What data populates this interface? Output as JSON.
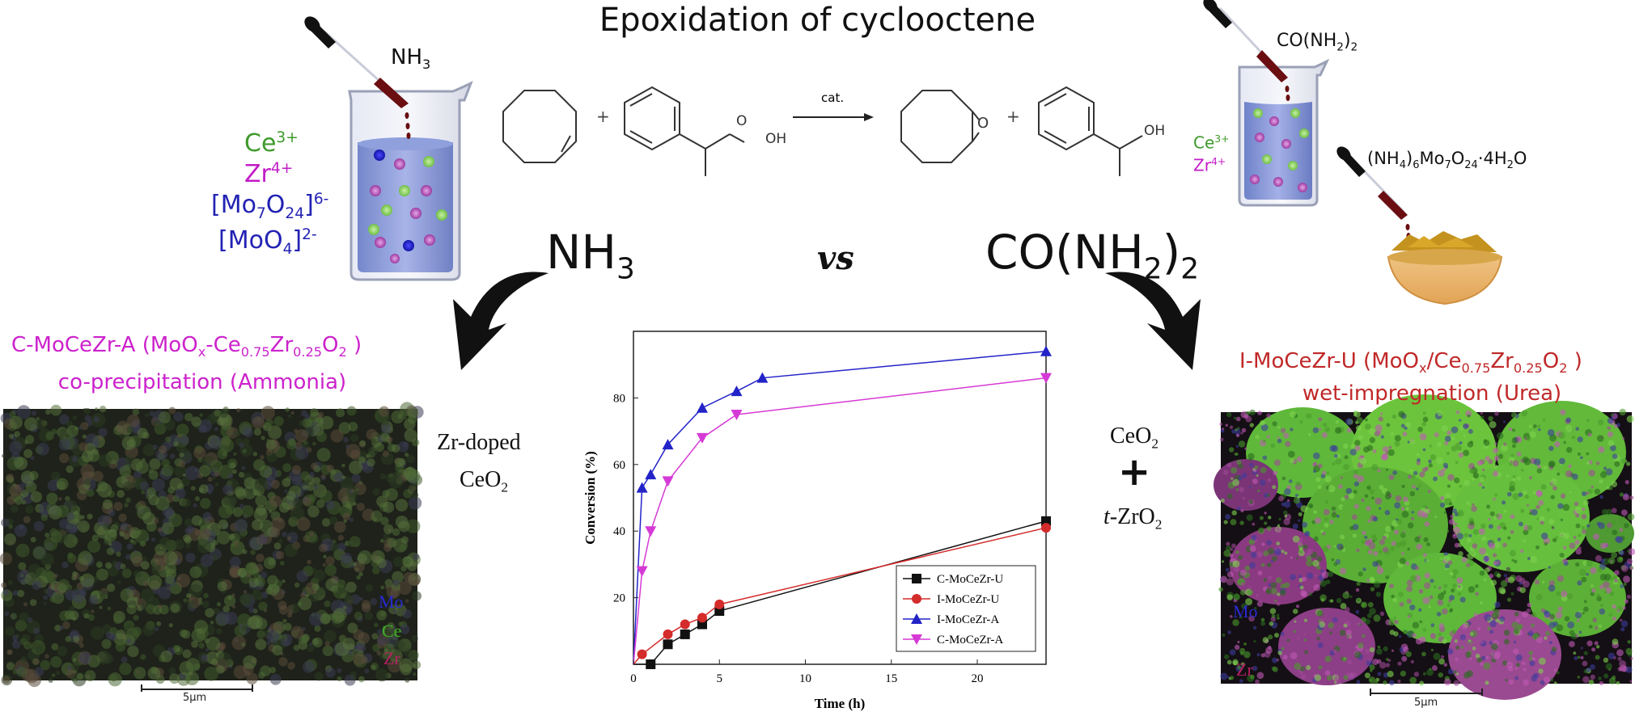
{
  "title": "Epoxidation of cyclooctene",
  "reaction": {
    "catalyst_label": "cat.",
    "hydroperoxide_group": "O-OH",
    "alcohol_group": "OH",
    "epoxide_atom": "O",
    "plus": "+"
  },
  "left_beaker": {
    "reagent": "NH3",
    "ions": {
      "ce": "Ce³⁺",
      "zr": "Zr⁴⁺",
      "mo7": "[Mo₇O₂₄]⁶⁻",
      "mo4": "[MoO₄]²⁻"
    }
  },
  "right_beaker": {
    "reagent": "CO(NH2)2",
    "ce": "Ce³⁺",
    "zr": "Zr⁴⁺",
    "mo_salt": "(NH4)6Mo7O24·4H2O"
  },
  "comparison": {
    "left": "NH3",
    "vs": "vs",
    "right": "CO(NH2)2"
  },
  "left_material": {
    "name": "C-MoCeZr-A (MoOx-Ce0.75Zr0.25O2 )",
    "method": "co-precipitation (Ammonia)",
    "phase_line1": "Zr-doped",
    "phase_line2": "CeO2"
  },
  "right_material": {
    "name": "I-MoCeZr-U (MoOx/Ce0.75Zr0.25O2 )",
    "method": "wet-impregnation (Urea)",
    "phase_line1": "CeO2",
    "phase_plus": "+",
    "phase_line2": "t-ZrO2"
  },
  "left_map": {
    "legend": [
      "Mo",
      "Ce",
      "Zr"
    ],
    "scale": "5μm"
  },
  "right_map": {
    "legend": [
      "Mo",
      "Zr"
    ],
    "scale": "5μm"
  },
  "chart_data": {
    "type": "line",
    "xlabel": "Time (h)",
    "ylabel": "Conversion (%)",
    "xlim": [
      0,
      24
    ],
    "ylim": [
      0,
      100
    ],
    "xticks": [
      0,
      5,
      10,
      15,
      20
    ],
    "yticks": [
      20,
      40,
      60,
      80
    ],
    "legend_position": "bottom-right",
    "series": [
      {
        "name": "C-MoCeZr-U",
        "color": "#111111",
        "marker": "square",
        "x": [
          0,
          1,
          2,
          3,
          4,
          5,
          24
        ],
        "y": [
          0,
          0,
          6,
          9,
          12,
          16,
          43
        ]
      },
      {
        "name": "I-MoCeZr-U",
        "color": "#d42b2b",
        "marker": "circle",
        "x": [
          0,
          0.5,
          2,
          3,
          4,
          5,
          24
        ],
        "y": [
          0,
          3,
          9,
          12,
          14,
          18,
          41
        ]
      },
      {
        "name": "I-MoCeZr-A",
        "color": "#2323c8",
        "marker": "triangle",
        "x": [
          0,
          0.5,
          1,
          2,
          4,
          6,
          7.5,
          24
        ],
        "y": [
          0,
          53,
          57,
          66,
          77,
          82,
          86,
          94
        ]
      },
      {
        "name": "C-MoCeZr-A",
        "color": "#d63ad6",
        "marker": "triangle-down",
        "x": [
          0,
          0.5,
          1,
          2,
          4,
          6,
          24
        ],
        "y": [
          0,
          28,
          40,
          55,
          68,
          75,
          86
        ]
      }
    ]
  },
  "colors": {
    "ce": "#3d9a2a",
    "zr": "#c21bc7",
    "mo": "#2222b4",
    "right_material": "#c02828",
    "left_material": "#cc22cc"
  }
}
